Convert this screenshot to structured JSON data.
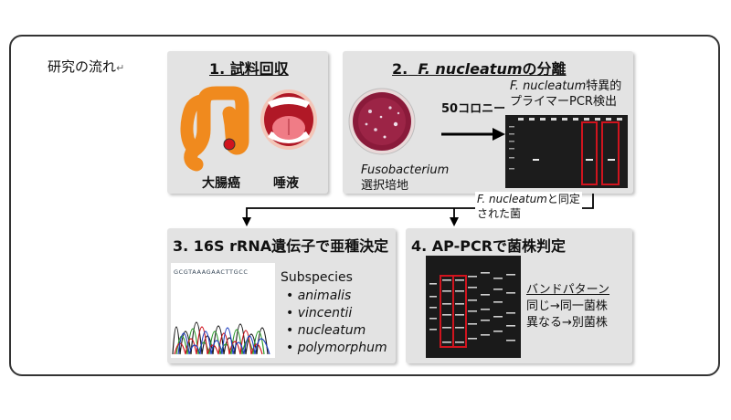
{
  "heading": "研究の流れ",
  "heading_mark": "↵",
  "panel1": {
    "title": "1. 試料回収",
    "label_colon": "大腸癌",
    "label_saliva": "唾液"
  },
  "panel2": {
    "title_prefix": "2.",
    "title_species": "F. nucleatum",
    "title_suffix": "の分離",
    "colonies": "50コロニー",
    "plate_genus": "Fusobacterium",
    "plate_medium": "選択培地",
    "pcr_species": "F. nucleatum",
    "pcr_line1_suffix": "特異的",
    "pcr_line2": "プライマーPCR検出"
  },
  "identified": {
    "species": "F. nucleatum",
    "suffix": "と同定",
    "line2": "された菌"
  },
  "panel3": {
    "title": "3. 16S rRNA遺伝子で亜種決定",
    "sequence": "GCGTAAAGAACTTGCC",
    "subspecies_heading": "Subspecies",
    "bullet": "•",
    "subspecies": [
      "animalis",
      "vincentii",
      "nucleatum",
      "polymorphum"
    ]
  },
  "panel4": {
    "title": "4.   AP-PCRで菌株判定",
    "band_pattern": "バンドパターン",
    "same": "同じ→同一菌株",
    "different": "異なる→別菌株"
  },
  "colors": {
    "panel": "#e3e3e3",
    "highlight": "#d0141e",
    "colon": "#f08a1e",
    "gel": "#1a1a1a"
  }
}
